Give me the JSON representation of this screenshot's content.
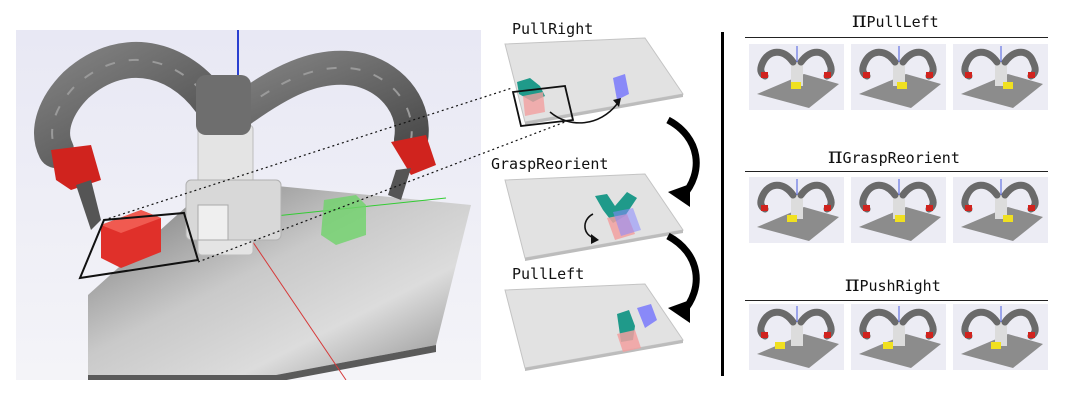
{
  "sequence": {
    "steps": [
      {
        "label": "PullRight"
      },
      {
        "label": "GraspReorient"
      },
      {
        "label": "PullLeft"
      }
    ]
  },
  "policies": [
    {
      "symbol": "π",
      "name": "PullLeft"
    },
    {
      "symbol": "π",
      "name": "GraspReorient"
    },
    {
      "symbol": "π",
      "name": "PushRight"
    }
  ],
  "colors": {
    "gripper": "#d0231e",
    "block": "#e0302a",
    "target_block": "#6fd36a",
    "arm": "#6a6a6a",
    "table": "#8c8c8c",
    "pad": "#f5f5f5",
    "thumb_block": "#f0e020"
  }
}
